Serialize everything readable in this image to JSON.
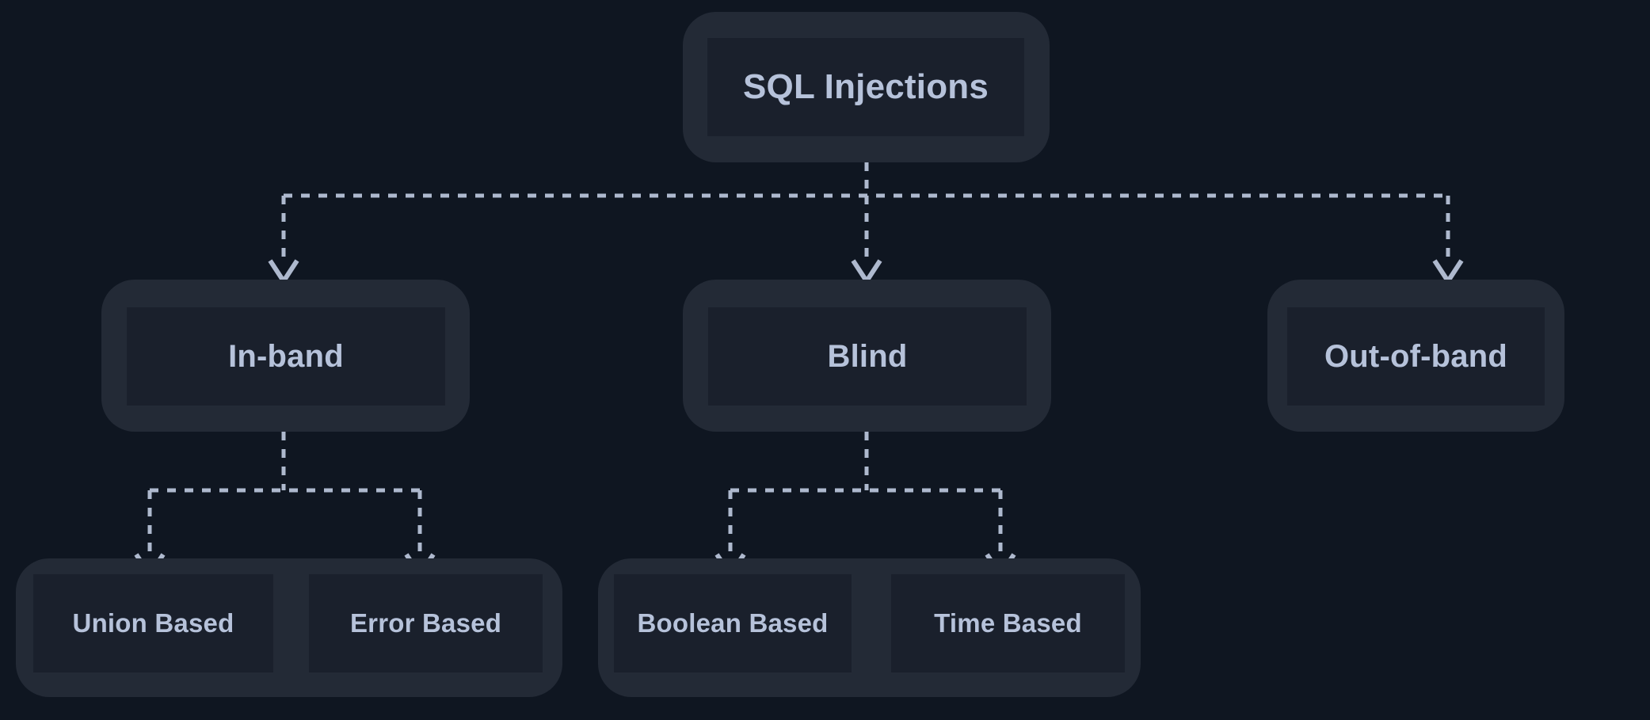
{
  "diagram": {
    "title": "SQL Injections",
    "type": "tree",
    "background_color": "#0f1621",
    "node_panel_color": "#232a36",
    "node_box_color": "#1a202c",
    "text_color": "#b6c2da",
    "edge_color": "#aeb9ce",
    "edge_style": "dashed",
    "arrowhead": "v-arrow"
  },
  "nodes": {
    "root": {
      "label": "SQL Injections",
      "level": 1
    },
    "inband": {
      "label": "In-band",
      "level": 2
    },
    "blind": {
      "label": "Blind",
      "level": 2
    },
    "outofband": {
      "label": "Out-of-band",
      "level": 2
    },
    "union": {
      "label": "Union Based",
      "level": 3
    },
    "error": {
      "label": "Error Based",
      "level": 3
    },
    "boolean": {
      "label": "Boolean Based",
      "level": 3
    },
    "time": {
      "label": "Time Based",
      "level": 3
    }
  },
  "edges": [
    {
      "from": "root",
      "to": "inband"
    },
    {
      "from": "root",
      "to": "blind"
    },
    {
      "from": "root",
      "to": "outofband"
    },
    {
      "from": "inband",
      "to": "union"
    },
    {
      "from": "inband",
      "to": "error"
    },
    {
      "from": "blind",
      "to": "boolean"
    },
    {
      "from": "blind",
      "to": "time"
    }
  ]
}
